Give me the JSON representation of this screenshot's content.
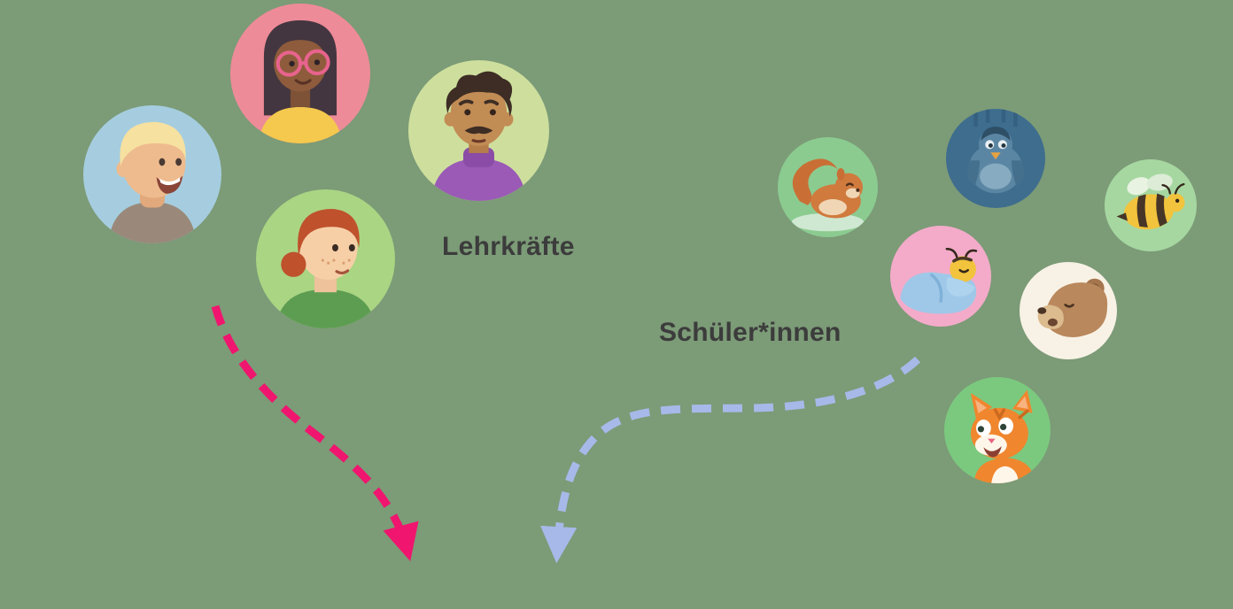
{
  "groups": {
    "teachers": {
      "label": "Lehrkräfte",
      "avatars": [
        {
          "name": "blonde-man-avatar",
          "bg_color": "#a5cddf"
        },
        {
          "name": "woman-with-glasses-avatar",
          "bg_color": "#ee8b98"
        },
        {
          "name": "man-with-mustache-avatar",
          "bg_color": "#cedf9d"
        },
        {
          "name": "red-haired-woman-avatar",
          "bg_color": "#aad583"
        }
      ]
    },
    "students": {
      "label": "Schüler*innen",
      "avatars": [
        {
          "name": "squirrel-avatar",
          "bg_color": "#8bcb90"
        },
        {
          "name": "bird-avatar",
          "bg_color": "#3e6d8e"
        },
        {
          "name": "bee-avatar",
          "bg_color": "#a6d7a1"
        },
        {
          "name": "sleeping-bee-avatar",
          "bg_color": "#f3abc9"
        },
        {
          "name": "bear-avatar",
          "bg_color": "#f8f2e6"
        },
        {
          "name": "cat-avatar",
          "bg_color": "#7bc97f"
        }
      ]
    }
  },
  "colors": {
    "background": "#7c9b77",
    "teacher_arrow": "#f0156e",
    "student_arrow": "#a6b9e8",
    "label_text": "#3c3c3c"
  }
}
